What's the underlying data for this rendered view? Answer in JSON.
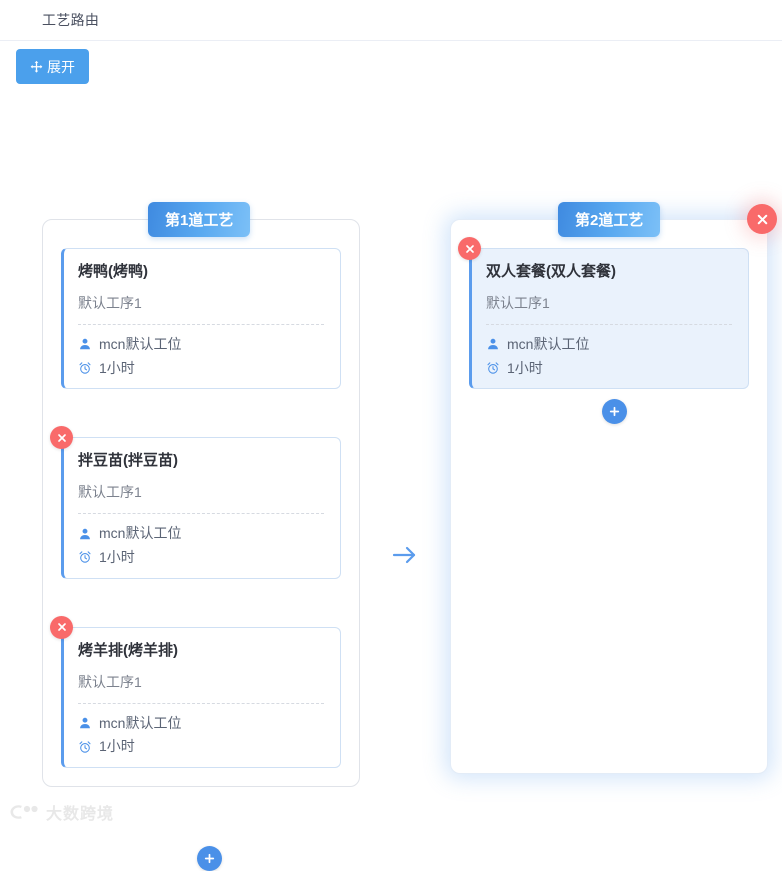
{
  "header": {
    "title": "工艺路由"
  },
  "toolbar": {
    "expand_label": "展开",
    "expand_icon": "move-arrows-icon"
  },
  "global_close": {
    "icon": "close-icon",
    "color": "#f96a6a"
  },
  "flow": {
    "arrow_icon": "arrow-right-icon",
    "arrow_color": "#5b9ced"
  },
  "stages": [
    {
      "title": "第1道工艺",
      "selected": false,
      "add_label": "+",
      "cards": [
        {
          "title": "烤鸭(烤鸭)",
          "subtitle": "默认工序1",
          "station": "mcn默认工位",
          "duration": "1小时",
          "closable": false,
          "selected": false
        },
        {
          "title": "拌豆苗(拌豆苗)",
          "subtitle": "默认工序1",
          "station": "mcn默认工位",
          "duration": "1小时",
          "closable": true,
          "selected": false
        },
        {
          "title": "烤羊排(烤羊排)",
          "subtitle": "默认工序1",
          "station": "mcn默认工位",
          "duration": "1小时",
          "closable": true,
          "selected": false
        }
      ]
    },
    {
      "title": "第2道工艺",
      "selected": true,
      "add_label": "+",
      "cards": [
        {
          "title": "双人套餐(双人套餐)",
          "subtitle": "默认工序1",
          "station": "mcn默认工位",
          "duration": "1小时",
          "closable": true,
          "selected": true
        }
      ]
    }
  ],
  "icons": {
    "station": "user-icon",
    "duration": "alarm-clock-icon",
    "close": "close-icon",
    "add": "plus-icon"
  },
  "watermark": {
    "text": "大数跨境"
  },
  "colors": {
    "primary": "#4ba0ec",
    "stage_title_from": "#3f8ae0",
    "stage_title_to": "#7cc0f7",
    "danger": "#f96a6a",
    "card_accent": "#5b9ced",
    "card_selected_bg": "#eaf2fc"
  }
}
